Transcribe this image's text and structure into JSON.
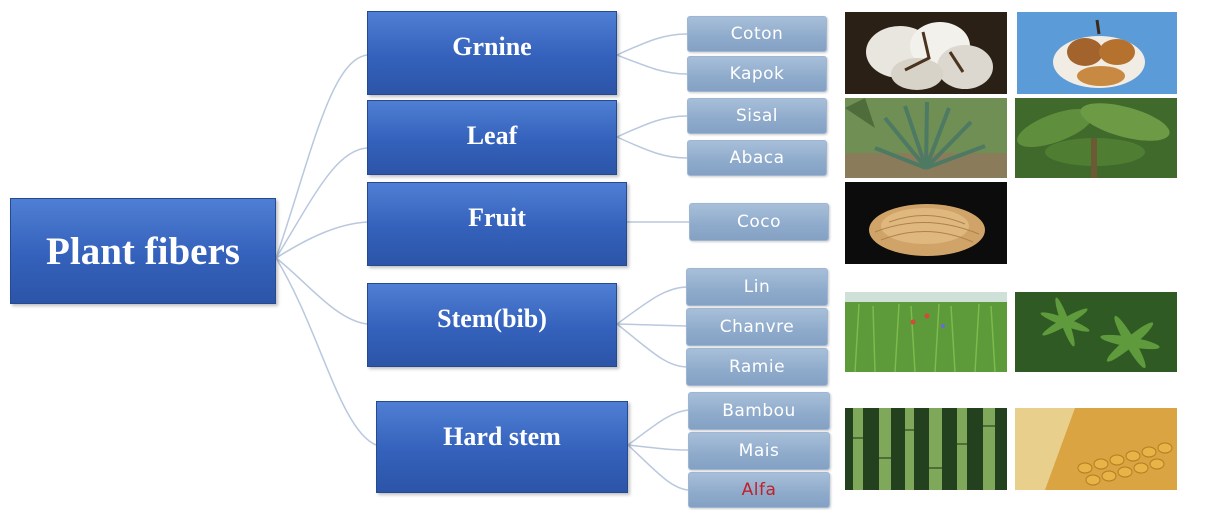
{
  "root": {
    "label": "Plant fibers"
  },
  "categories": [
    {
      "label": "Grnine",
      "fibers": [
        "Coton",
        "Kapok"
      ],
      "photos": [
        "cotton-boll-photo",
        "kapok-pod-photo"
      ]
    },
    {
      "label": "Leaf",
      "fibers": [
        "Sisal",
        "Abaca"
      ],
      "photos": [
        "sisal-plant-photo",
        "abaca-plant-photo"
      ]
    },
    {
      "label": "Fruit",
      "fibers": [
        "Coco"
      ],
      "photos": [
        "coir-fiber-photo"
      ]
    },
    {
      "label": "Stem(bib)",
      "fibers": [
        "Lin",
        "Chanvre",
        "Ramie"
      ],
      "photos": [
        "flax-field-photo",
        "hemp-leaves-photo"
      ]
    },
    {
      "label": "Hard stem",
      "fibers": [
        "Bambou",
        "Mais",
        "Alfa"
      ],
      "photos": [
        "bamboo-stalks-photo",
        "corn-cob-photo"
      ]
    }
  ],
  "colors": {
    "category_fill": "#3461bb",
    "fiber_fill": "#8eaacb",
    "fiber_text": "#ffffff",
    "fiber_text_highlight": "#c0202a",
    "connector": "#b9c8de"
  },
  "highlighted_fiber": "Alfa"
}
